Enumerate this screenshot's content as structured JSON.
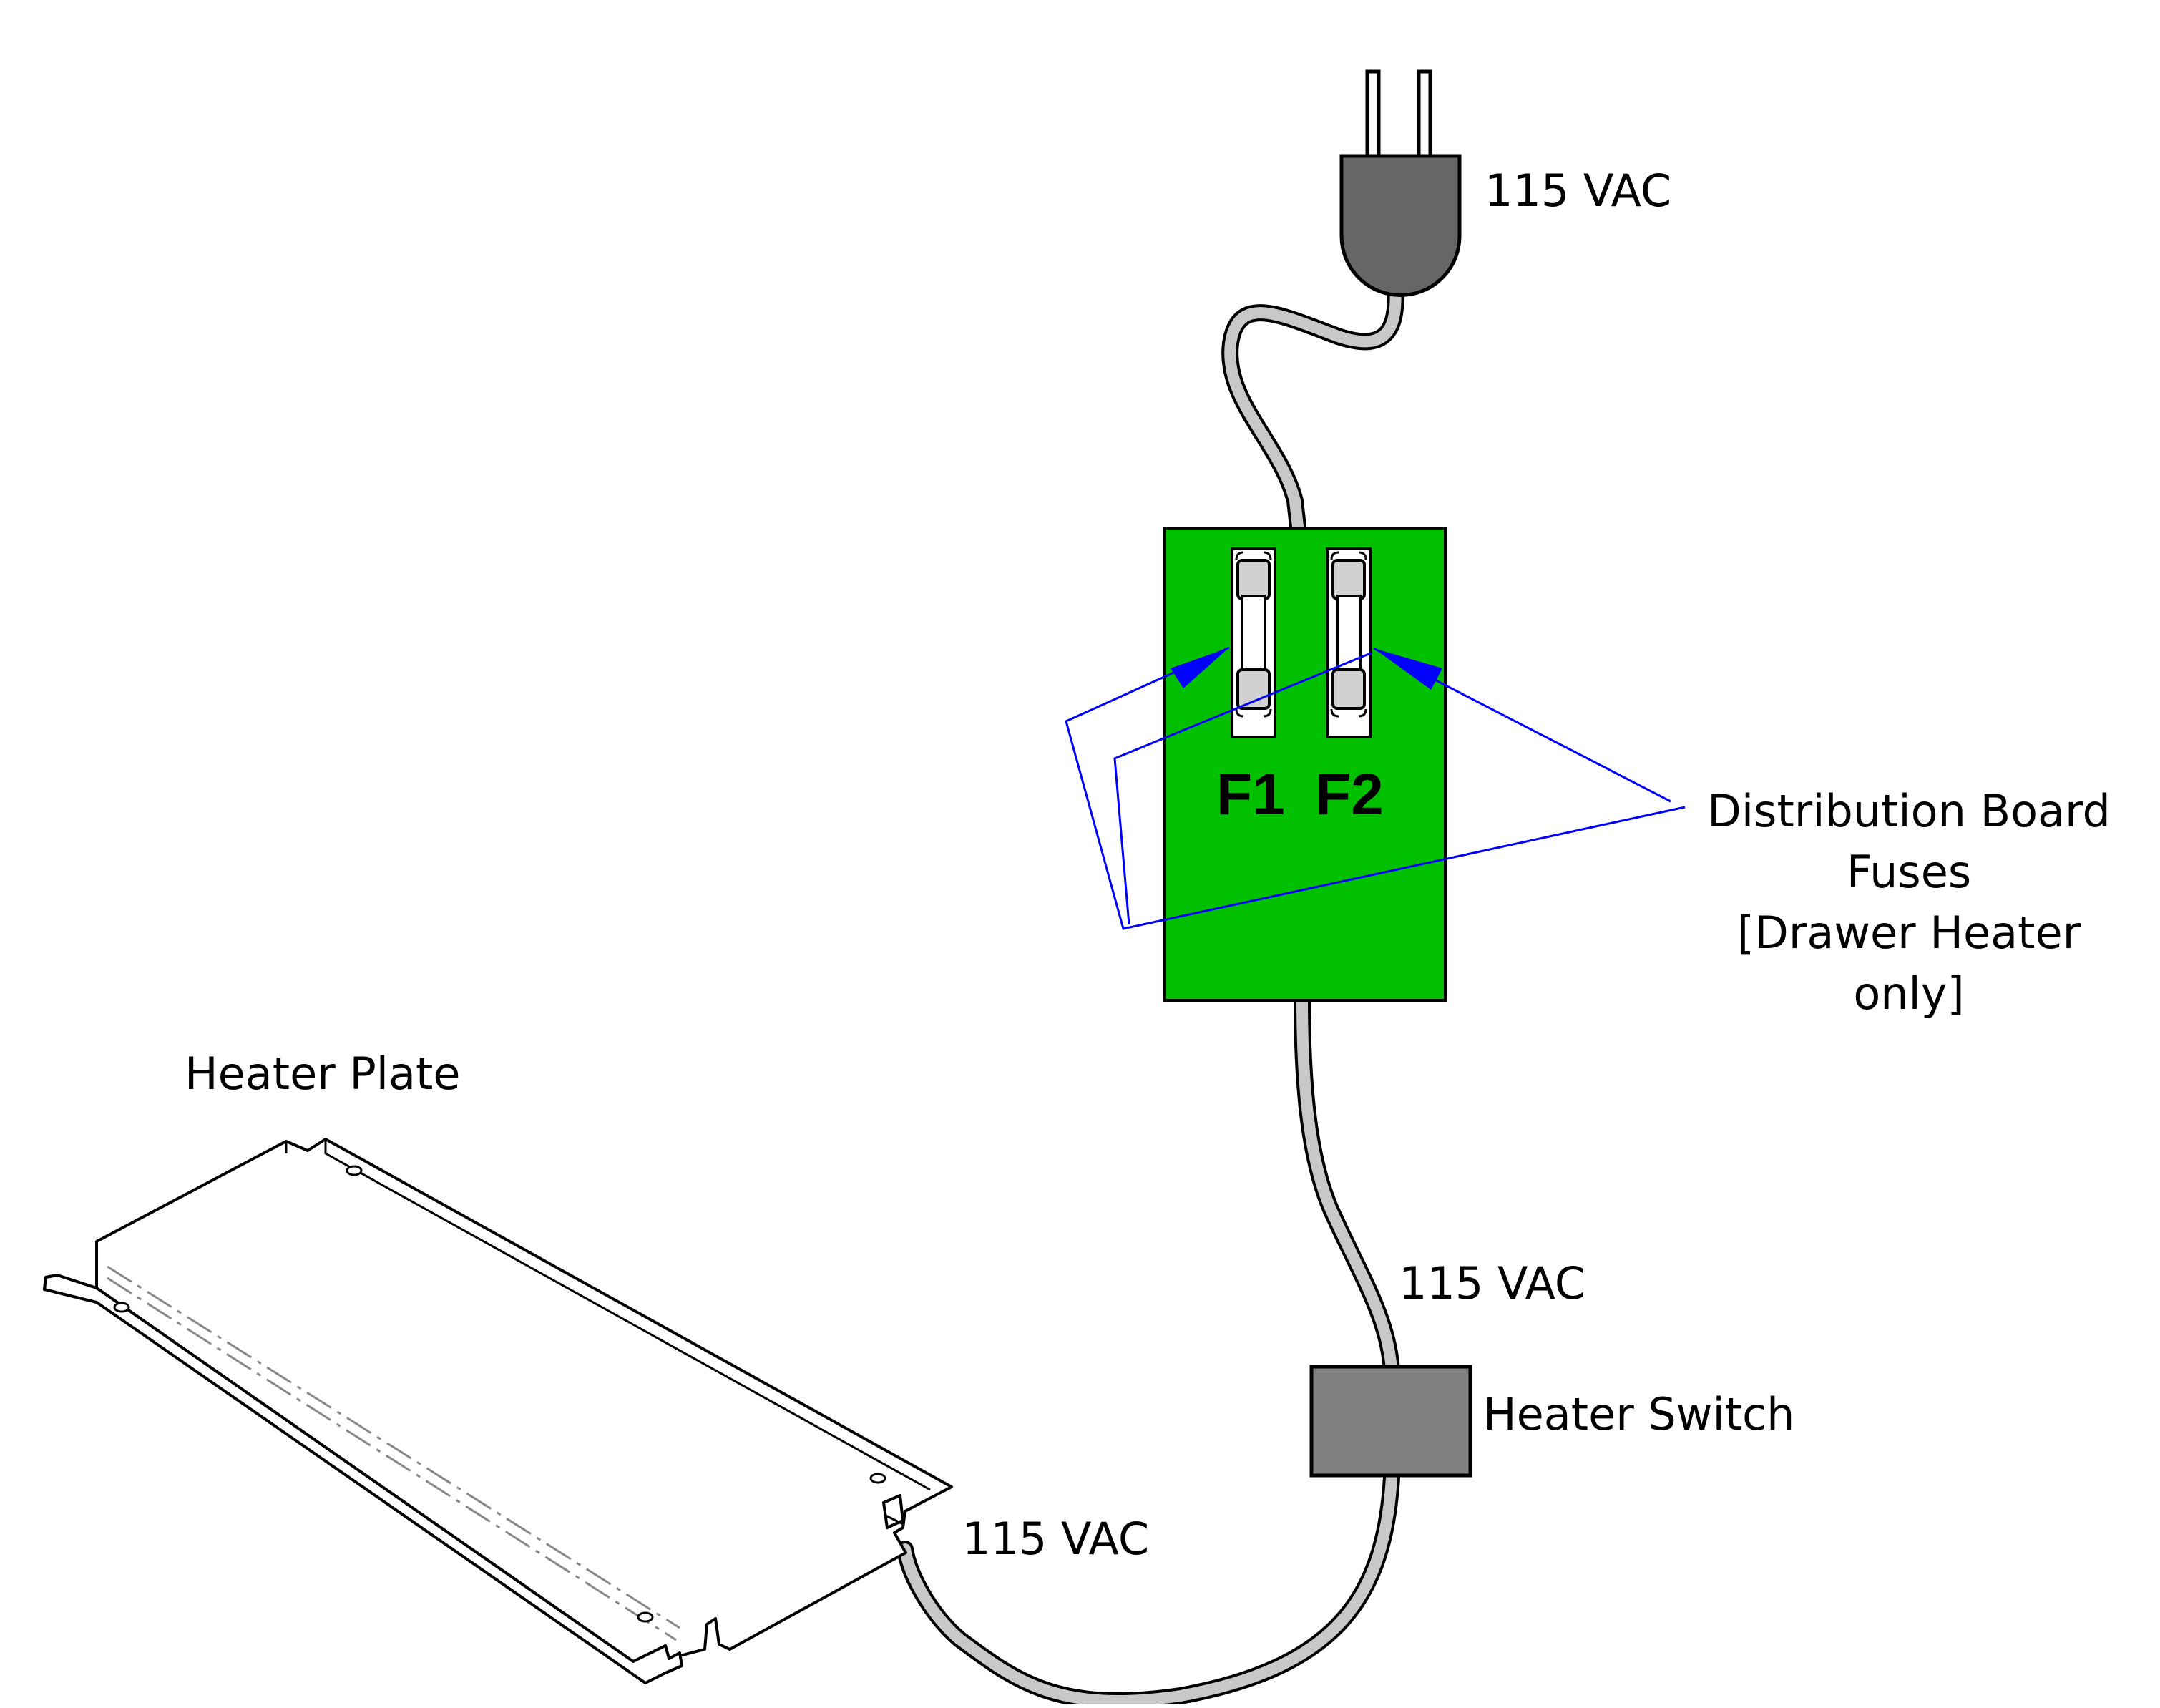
{
  "labels": {
    "plug_voltage": "115 VAC",
    "switch_input_voltage": "115 VAC",
    "plate_voltage": "115 VAC",
    "heater_switch": "Heater Switch",
    "heater_plate": "Heater Plate",
    "fuse_callout": [
      "Distribution Board",
      "Fuses",
      "[Drawer Heater",
      "only]"
    ],
    "fuse_1": "F1",
    "fuse_2": "F2"
  },
  "colors": {
    "board": "#00C000",
    "plug": "#666666",
    "switch": "#808080",
    "cord": "#c8c8c8",
    "callout": "#0000ff",
    "line": "#000000"
  }
}
